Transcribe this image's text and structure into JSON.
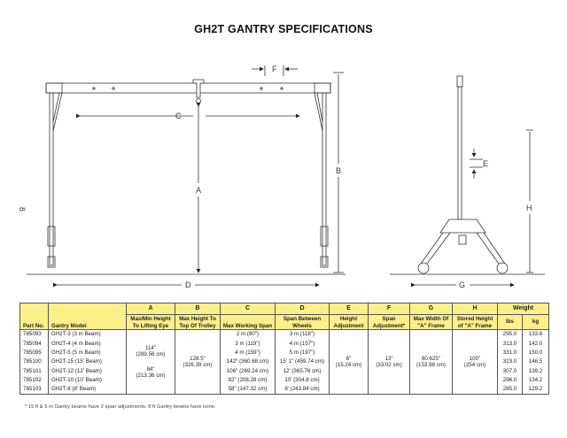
{
  "title": "GH2T GANTRY SPECIFICATIONS",
  "diagram": {
    "labels": {
      "A": "A",
      "B": "B",
      "C": "C",
      "D": "D",
      "E": "E",
      "F": "F",
      "G": "G",
      "H": "H",
      "side": "8"
    }
  },
  "table": {
    "letters": {
      "A": "A",
      "B": "B",
      "C": "C",
      "D": "D",
      "E": "E",
      "F": "F",
      "G": "G",
      "H": "H"
    },
    "headers": {
      "part": "Part No.",
      "model": "Gantry Model",
      "A": "Max/Min Height To Lifting Eye",
      "B": "Max Height To Top Of Trolley",
      "C": "Max Working Span",
      "D": "Span Between Wheels",
      "E": "Height Adjustment",
      "F": "Span Adjustment*",
      "G": "Max Width Of \"A\" Frame",
      "H": "Stored Height of \"A\" Frame",
      "weight": "Weight",
      "lbs": "lbs",
      "kg": "kg"
    },
    "rows": [
      {
        "part": "785093",
        "model": "GH2T-3 (3 m Beam)",
        "C": "2 m (80\")",
        "D": "3 m (118\")",
        "lbs": "295.0",
        "kg": "133.8"
      },
      {
        "part": "785094",
        "model": "GH2T-4 (4 m Beam)",
        "C": "3 m (119\")",
        "D": "4 m (157\")",
        "lbs": "313.0",
        "kg": "142.0"
      },
      {
        "part": "785095",
        "model": "GH2T-5 (5 m Beam)",
        "C": "4 m (159\")",
        "D": "5 m (197\")",
        "lbs": "331.0",
        "kg": "150.0"
      },
      {
        "part": "785100",
        "model": "GH2T-15 (15' Beam)",
        "C": "142\" (360.68 cm)",
        "D": "15' 1\" (459.74 cm)",
        "lbs": "323.0",
        "kg": "146.5"
      },
      {
        "part": "785101",
        "model": "GH2T-12 (12' Beam)",
        "C": "106\" (269.24 cm)",
        "D": "12' (365.76 cm)",
        "lbs": "307.0",
        "kg": "139.2"
      },
      {
        "part": "785102",
        "model": "GH2T-10 (10' Beam)",
        "C": "82\" (208.28 cm)",
        "D": "10' (304.8 cm)",
        "lbs": "296.0",
        "kg": "134.2"
      },
      {
        "part": "785103",
        "model": "GH2T-8 (8' Beam)",
        "C": "58\" (147.32 cm)",
        "D": "8' (243.84 cm)",
        "lbs": "285.0",
        "kg": "129.2"
      }
    ],
    "merged": {
      "A1": "114\"",
      "A1cm": "(289.56 cm)",
      "A2": "84\"",
      "A2cm": "(213.36 cm)",
      "B": "128.5\"",
      "Bcm": "(326.39 cm)",
      "E": "6\"",
      "Ecm": "(15.24 cm)",
      "F": "13\"",
      "Fcm": "(33.02 cm)",
      "G": "60.625\"",
      "Gcm": "(153.98 cm)",
      "H": "100\"",
      "Hcm": "(254 cm)"
    }
  },
  "footnote": "* 15 ft & 5 m Gantry beams have 2 span adjustments. 8 ft Gantry beams have none."
}
